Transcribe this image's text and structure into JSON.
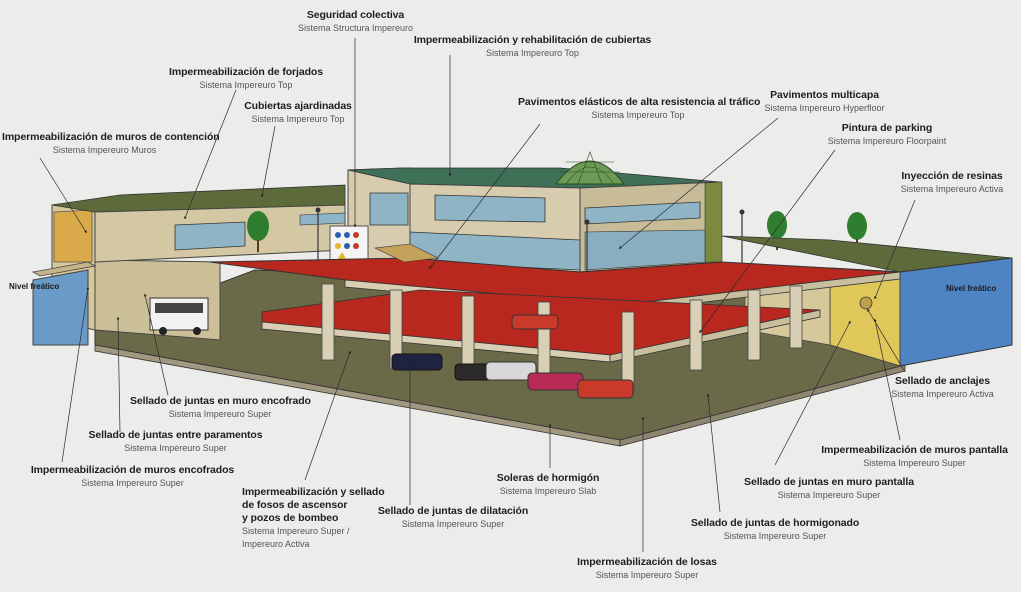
{
  "callouts": [
    {
      "title": "Seguridad colectiva",
      "system": "Sistema Structura Impereuro"
    },
    {
      "title": "Impermeabilización y rehabilitación de cubiertas",
      "system": "Sistema Impereuro Top"
    },
    {
      "title": "Impermeabilización de forjados",
      "system": "Sistema Impereuro Top"
    },
    {
      "title": "Cubiertas ajardinadas",
      "system": "Sistema Impereuro Top"
    },
    {
      "title": "Pavimentos elásticos de alta resistencia al tráfico",
      "system": "Sistema Impereuro Top"
    },
    {
      "title": "Pavimentos multicapa",
      "system": "Sistema Impereuro Hyperfloor"
    },
    {
      "title": "Impermeabilización de muros de contención",
      "system": "Sistema Impereuro Muros"
    },
    {
      "title": "Pintura de parking",
      "system": "Sistema Impereuro Floorpaint"
    },
    {
      "title": "Inyección de resinas",
      "system": "Sistema Impereuro Activa"
    },
    {
      "title": "Sellado de juntas en muro encofrado",
      "system": "Sistema Impereuro Super"
    },
    {
      "title": "Sellado de juntas entre paramentos",
      "system": "Sistema Impereuro Super"
    },
    {
      "title": "Impermeabilización de muros encofrados",
      "system": "Sistema Impereuro Super"
    },
    {
      "title": "Sellado de anclajes",
      "system": "Sistema Impereuro Activa"
    },
    {
      "title": "Impermeabilización de muros pantalla",
      "system": "Sistema Impereuro Super"
    },
    {
      "title": "Sellado de juntas en muro pantalla",
      "system": "Sistema Impereuro Super"
    },
    {
      "title": "Soleras de hormigón",
      "system": "Sistema Impereuro Slab"
    },
    {
      "title": "Sellado de juntas de hormigonado",
      "system": "Sistema Impereuro Super"
    },
    {
      "title": "Sellado de juntas de dilatación",
      "system": "Sistema Impereuro Super"
    },
    {
      "title": "Impermeabilización de losas",
      "system": "Sistema Impereuro Super"
    }
  ],
  "pits": {
    "title_lines": [
      "Impermeabilización y sellado",
      "de fosos de ascensor",
      "y pozos de bombeo"
    ],
    "system_lines": [
      "Sistema Impereuro Super /",
      "Impereuro Activa"
    ]
  },
  "water_level_label": "Nivel freático",
  "colors": {
    "red_floor": "#b8281f",
    "wall": "#d8ccae",
    "glass": "#8eb4c6",
    "yellow_wall": "#e0c75a",
    "blue_wall": "#4f84c4",
    "slab": "#6a6a48",
    "tree": "#2f7d2e"
  }
}
